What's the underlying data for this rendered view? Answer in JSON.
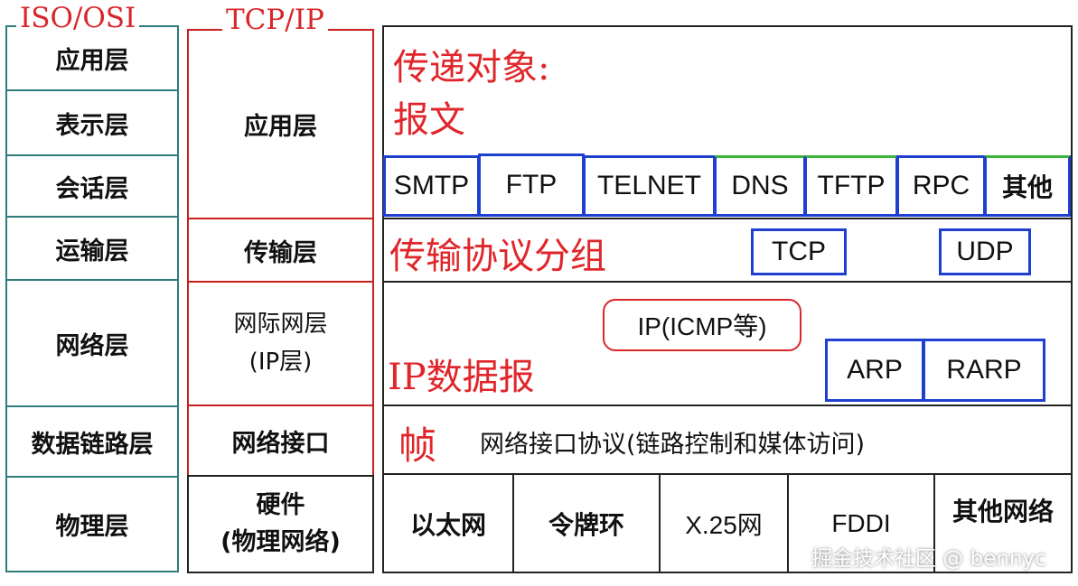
{
  "osi_title": "ISO/OSI",
  "tcpip_title": "TCP/IP",
  "osi_layers": [
    "应用层",
    "表示层",
    "会话层",
    "运输层",
    "网络层",
    "数据链路层",
    "物理层"
  ],
  "tcpip_layers": {
    "application": "应用层",
    "transport": "传输层",
    "internet_line1": "网际网层",
    "internet_line2": "(IP层)",
    "link": "网络接口",
    "hardware_line1": "硬件",
    "hardware_line2": "(物理网络)"
  },
  "application_row": {
    "label_line1": "传递对象:",
    "label_line2": "报文",
    "protocols": [
      "SMTP",
      "FTP",
      "TELNET",
      "DNS",
      "TFTP",
      "RPC",
      "其他"
    ]
  },
  "transport_row": {
    "label": "传输协议分组",
    "protocols": [
      "TCP",
      "UDP"
    ]
  },
  "internet_row": {
    "label": "IP数据报",
    "ip_protocol": "IP(ICMP等)",
    "protocols": [
      "ARP",
      "RARP"
    ]
  },
  "link_row": {
    "label": "帧",
    "description": "网络接口协议(链路控制和媒体访问)"
  },
  "hardware_row": {
    "networks": [
      "以太网",
      "令牌环",
      "X.25网",
      "FDDI",
      "其他网络"
    ]
  },
  "watermark": "掘金技术社区 @ bennyc",
  "colors": {
    "osi_border": "#2f7d7a",
    "tcpip_border": "#c8201e",
    "red_text": "#e0262a",
    "protocol_border": "#1f3fd0"
  }
}
